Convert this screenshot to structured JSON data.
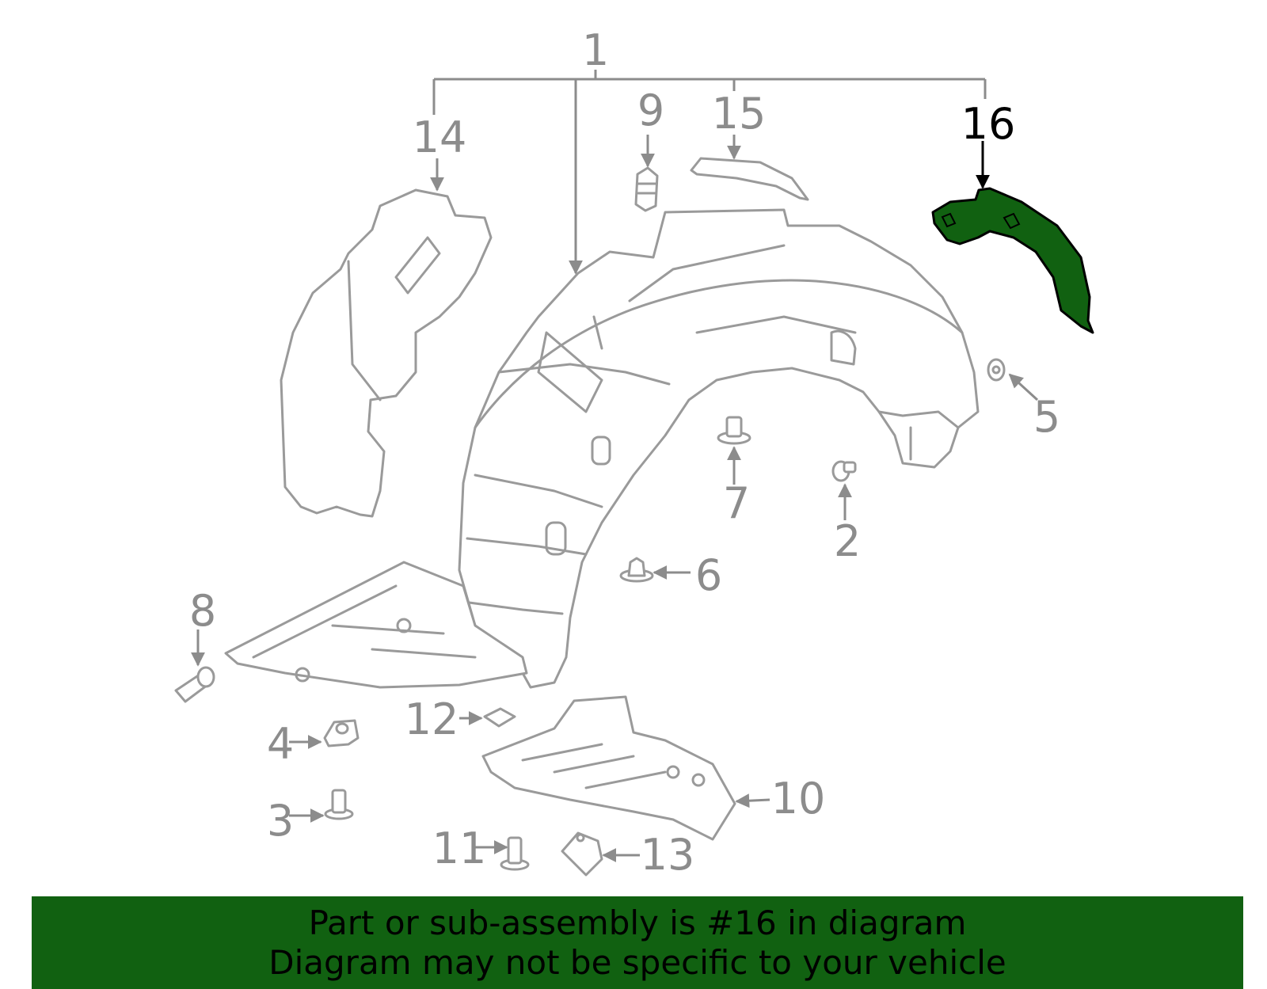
{
  "diagram": {
    "highlight_color": "#116111",
    "callouts": {
      "c1": "1",
      "c2": "2",
      "c3": "3",
      "c4": "4",
      "c5": "5",
      "c6": "6",
      "c7": "7",
      "c8": "8",
      "c9": "9",
      "c10": "10",
      "c11": "11",
      "c12": "12",
      "c13": "13",
      "c14": "14",
      "c15": "15",
      "c16": "16"
    }
  },
  "banner": {
    "line1": "Part or sub-assembly is #16 in diagram",
    "line2": "Diagram may not be specific to your vehicle",
    "background": "#116111"
  }
}
